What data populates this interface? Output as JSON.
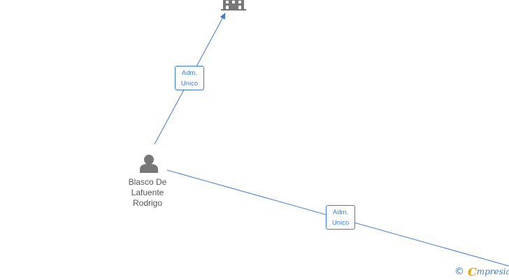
{
  "colors": {
    "edge": "#3a7fd5",
    "node_icon": "#777777",
    "node_text": "#555555",
    "brand_accent": "#f0a400"
  },
  "nodes": {
    "person": {
      "icon": "person-icon",
      "label_lines": [
        "Blasco De",
        "Lafuente",
        "Rodrigo"
      ]
    },
    "company": {
      "icon": "building-icon"
    }
  },
  "edges": [
    {
      "label_lines": [
        "Adm.",
        "Unico"
      ]
    },
    {
      "label_lines": [
        "Adm.",
        "Unico"
      ]
    }
  ],
  "watermark": {
    "symbol": "©",
    "brand_initial": "C",
    "brand_rest": "mpresia"
  }
}
